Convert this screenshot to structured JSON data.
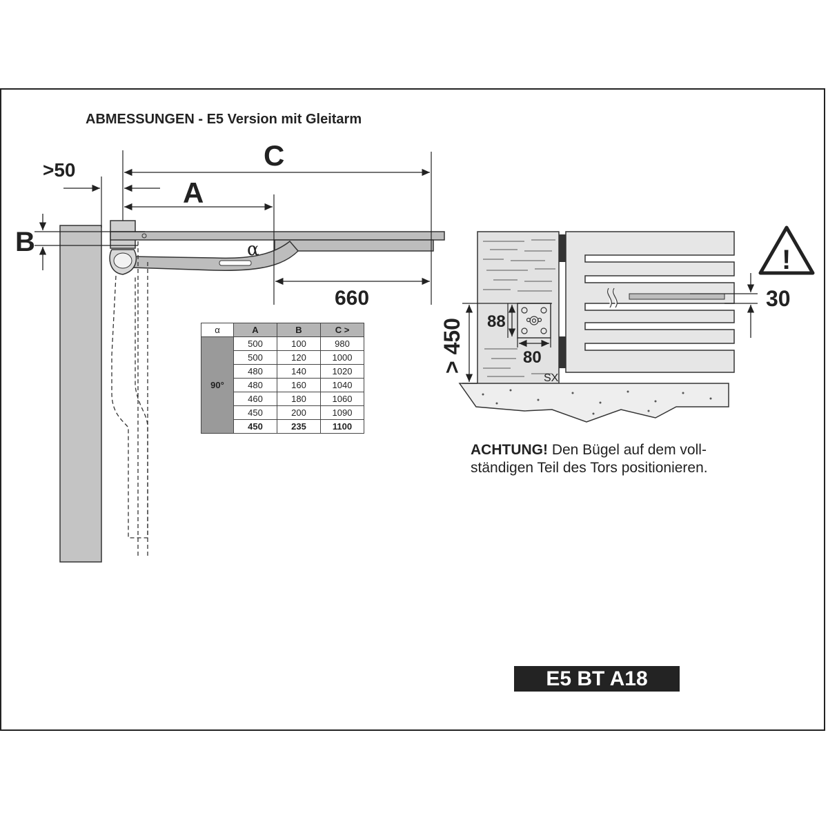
{
  "title": "ABMESSUNGEN - E5 Version mit Gleitarm",
  "dimensions": {
    "gt50": ">50",
    "C": "C",
    "A": "A",
    "B": "B",
    "alpha": "α",
    "d660": "660",
    "d30": "30",
    "d88": "88",
    "d80": "80",
    "gt450": "> 450",
    "sx": "SX"
  },
  "table": {
    "headers": [
      "α",
      "A",
      "B",
      "C >"
    ],
    "angle": "90°",
    "rows": [
      [
        "500",
        "100",
        "980"
      ],
      [
        "500",
        "120",
        "1000"
      ],
      [
        "480",
        "140",
        "1020"
      ],
      [
        "480",
        "160",
        "1040"
      ],
      [
        "460",
        "180",
        "1060"
      ],
      [
        "450",
        "200",
        "1090"
      ],
      [
        "450",
        "235",
        "1100"
      ]
    ]
  },
  "warning": {
    "bold": "ACHTUNG!",
    "line1": " Den Bügel auf dem voll-",
    "line2": "ständigen Teil des Tors positionieren."
  },
  "warning_icon_glyph": "!",
  "model_label": "E5 BT A18",
  "colors": {
    "pillar": "#c4c4c4",
    "arm": "#bdbdbd",
    "dark": "#222222",
    "table_header": "#b5b5b5",
    "table_angle": "#9a9a9a"
  }
}
